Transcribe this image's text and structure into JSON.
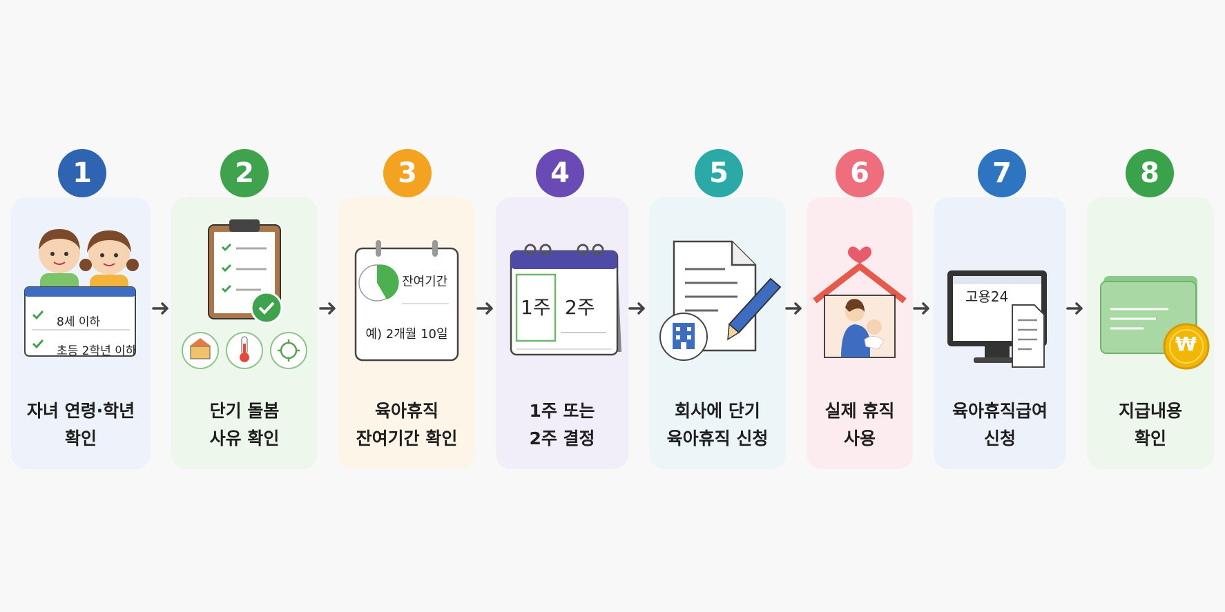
{
  "steps": [
    {
      "number": "1",
      "label": [
        "자녀 연령·학년",
        "확인"
      ],
      "illustration_text": [
        "8세 이하",
        "초등 2학년 이하"
      ],
      "color": "#2f64b3"
    },
    {
      "number": "2",
      "label": [
        "단기 돌봄",
        "사유 확인"
      ],
      "color": "#3fa34d"
    },
    {
      "number": "3",
      "label": [
        "육아휴직",
        "잔여기간 확인"
      ],
      "illustration_text": [
        "잔여기간",
        "예) 2개월 10일"
      ],
      "color": "#f3a31f"
    },
    {
      "number": "4",
      "label": [
        "1주 또는",
        "2주 결정"
      ],
      "illustration_text": [
        "1주",
        "2주"
      ],
      "color": "#6a4bb5"
    },
    {
      "number": "5",
      "label": [
        "회사에 단기",
        "육아휴직 신청"
      ],
      "color": "#2aa9a7"
    },
    {
      "number": "6",
      "label": [
        "실제 휴직",
        "사용"
      ],
      "color": "#ee6e7e"
    },
    {
      "number": "7",
      "label": [
        "육아휴직급여",
        "신청"
      ],
      "illustration_text": [
        "고용24"
      ],
      "color": "#2f74c0"
    },
    {
      "number": "8",
      "label": [
        "지급내용",
        "확인"
      ],
      "illustration_text": [
        "₩"
      ],
      "color": "#3aa24a"
    }
  ],
  "icons": [
    "children-icon",
    "clipboard-icon",
    "school-icon",
    "thermometer-icon",
    "virus-icon",
    "calendar-icon",
    "pie-chart-icon",
    "document-icon",
    "pen-icon",
    "building-icon",
    "house-icon",
    "heart-icon",
    "parent-child-icon",
    "monitor-icon",
    "card-icon",
    "won-coin-icon",
    "arrow-right-icon"
  ]
}
